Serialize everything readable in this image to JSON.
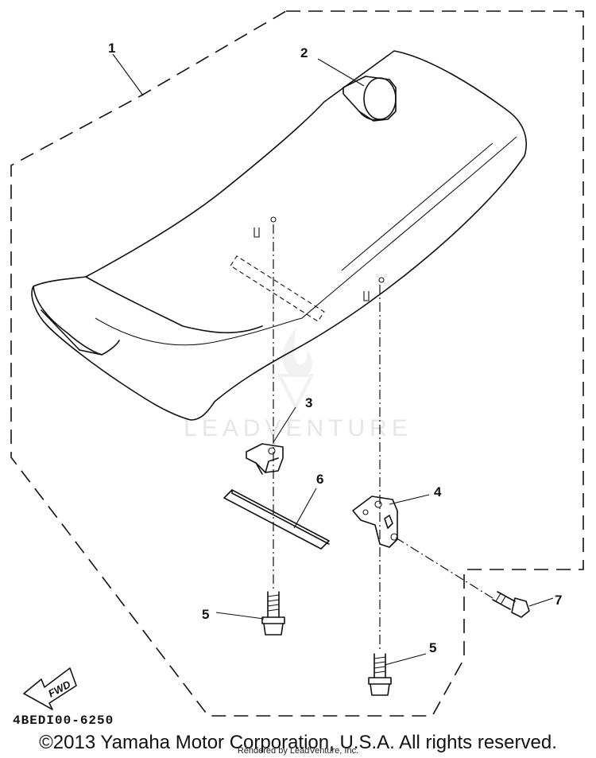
{
  "parts": [
    {
      "number": "1",
      "part": "seat"
    },
    {
      "number": "2",
      "part": "seat hook"
    },
    {
      "number": "3",
      "part": "bracket"
    },
    {
      "number": "4",
      "part": "bracket"
    },
    {
      "number": "5",
      "part": "bolt"
    },
    {
      "number": "5",
      "part": "bolt"
    },
    {
      "number": "6",
      "part": "strip"
    },
    {
      "number": "7",
      "part": "bolt"
    }
  ],
  "fwd_label": "FWD",
  "diagram_code": "4BEDI00-6250",
  "watermark": "LEADVENTURE",
  "copyright": "©2013 Yamaha Motor Corporation, U.S.A. All rights reserved.",
  "rendered_by": "Rendered by LeadVenture, Inc."
}
